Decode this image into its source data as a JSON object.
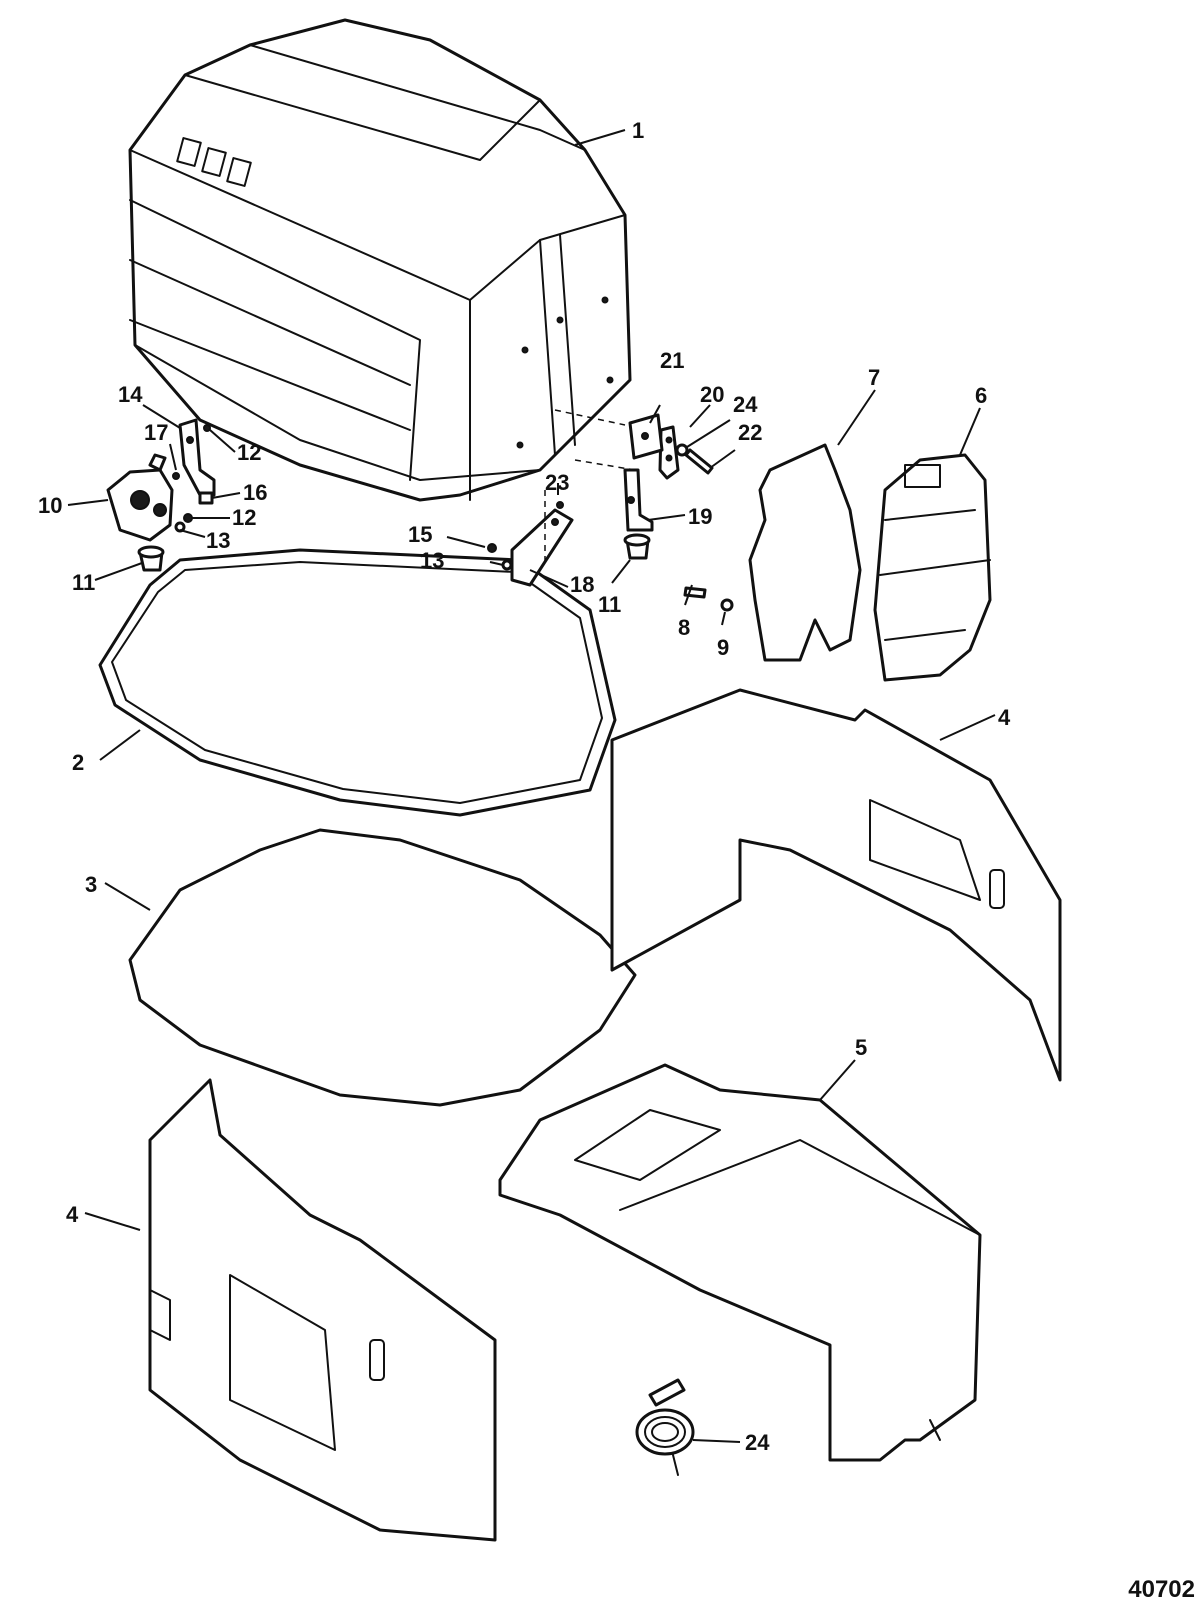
{
  "diagram": {
    "reference_number": "40702",
    "callouts": [
      {
        "id": "c1",
        "label": "1"
      },
      {
        "id": "c2",
        "label": "2"
      },
      {
        "id": "c3",
        "label": "3"
      },
      {
        "id": "c4a",
        "label": "4"
      },
      {
        "id": "c4b",
        "label": "4"
      },
      {
        "id": "c5",
        "label": "5"
      },
      {
        "id": "c6",
        "label": "6"
      },
      {
        "id": "c7",
        "label": "7"
      },
      {
        "id": "c8",
        "label": "8"
      },
      {
        "id": "c9",
        "label": "9"
      },
      {
        "id": "c10",
        "label": "10"
      },
      {
        "id": "c11a",
        "label": "11"
      },
      {
        "id": "c11b",
        "label": "11"
      },
      {
        "id": "c12a",
        "label": "12"
      },
      {
        "id": "c12b",
        "label": "12"
      },
      {
        "id": "c13a",
        "label": "13"
      },
      {
        "id": "c13b",
        "label": "13"
      },
      {
        "id": "c14",
        "label": "14"
      },
      {
        "id": "c15",
        "label": "15"
      },
      {
        "id": "c16",
        "label": "16"
      },
      {
        "id": "c17",
        "label": "17"
      },
      {
        "id": "c18",
        "label": "18"
      },
      {
        "id": "c19",
        "label": "19"
      },
      {
        "id": "c20",
        "label": "20"
      },
      {
        "id": "c21",
        "label": "21"
      },
      {
        "id": "c22",
        "label": "22"
      },
      {
        "id": "c23",
        "label": "23"
      },
      {
        "id": "c24a",
        "label": "24"
      },
      {
        "id": "c24b",
        "label": "24"
      }
    ]
  }
}
